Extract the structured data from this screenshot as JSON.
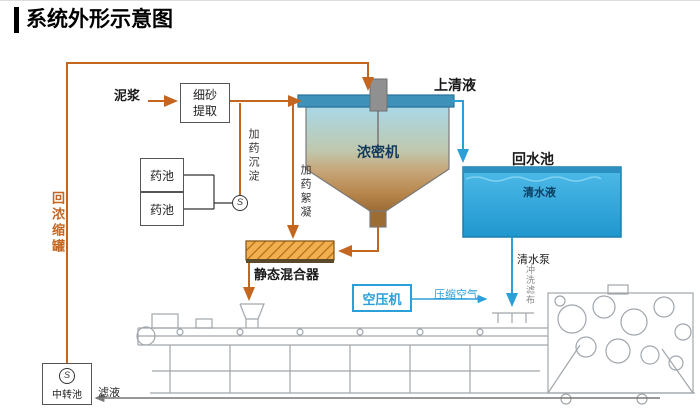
{
  "title": "系统外形示意图",
  "colors": {
    "slurry_flow": "#c4661f",
    "water_flow": "#2a9fd8",
    "tank_gradient_top": "#a9d8e8",
    "tank_gradient_bottom": "#9c6c35",
    "pool_fill": "#29a3dc",
    "machine_line": "#a0a6ac"
  },
  "labels": {
    "slurry": "泥浆",
    "sand_extraction": "细砂提取",
    "supernatant": "上清液",
    "thickener": "浓密机",
    "return_pool": "回水池",
    "clear_water": "清水液",
    "chem_tank_1": "药池",
    "chem_tank_2": "药池",
    "dosing_sedimentation": "加药沉淀",
    "dosing_flocculation": "加药絮凝",
    "return_to_thickener": "回浓缩罐",
    "static_mixer": "静态混合器",
    "air_compressor": "空压机",
    "compressed_air": "压缩空气",
    "clean_water_pump": "清水泵",
    "cloth_washing": "冲洗滤布",
    "transfer_pool": "中转池",
    "filtrate": "滤液",
    "pump_symbol": "S"
  }
}
